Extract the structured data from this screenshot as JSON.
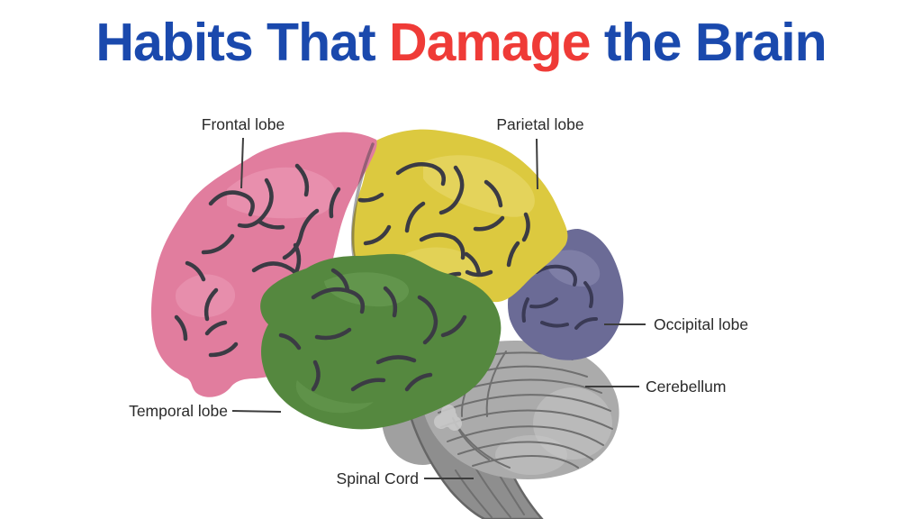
{
  "title": {
    "part1": "Habits That ",
    "part2": "Damage",
    "part3": " the Brain",
    "blue": "#1a49ad",
    "red": "#ef3b37"
  },
  "diagram": {
    "labels": {
      "frontal": "Frontal lobe",
      "parietal": "Parietal lobe",
      "occipital": "Occipital lobe",
      "cerebellum": "Cerebellum",
      "temporal": "Temporal lobe",
      "spinal": "Spinal Cord"
    },
    "colors": {
      "frontal": "#e17d9e",
      "frontal_light": "#ee9fb9",
      "parietal": "#dcc93f",
      "parietal_light": "#e8d86a",
      "temporal": "#55883f",
      "temporal_light": "#6da057",
      "occipital": "#6b6b96",
      "occipital_light": "#8a8ab0",
      "cerebellum": "#ababab",
      "cerebellum_light": "#c9c9c9",
      "brainstem": "#a0a0a0",
      "spinal_cord": "#8e8e8e",
      "cord_edge": "#666666",
      "sulci": "#3b3b44",
      "sulci_purple": "#3a3a55",
      "cerebellum_lines": "#6f6f6f",
      "leader_line": "#3d3d3d",
      "label_text": "#2a2a2a"
    }
  }
}
